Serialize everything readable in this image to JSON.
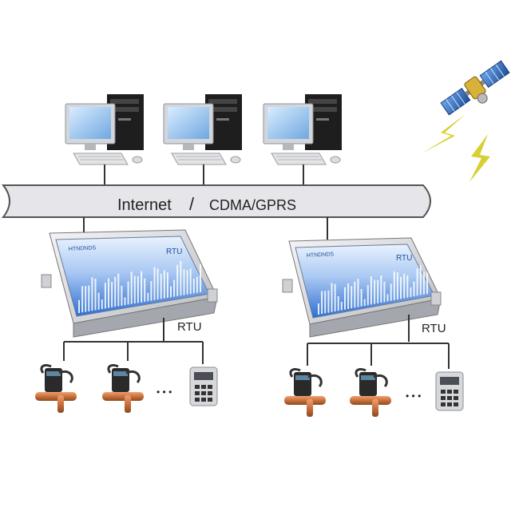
{
  "network_bar": {
    "left_label": "Internet",
    "separator": "/",
    "right_label": "CDMA/GPRS"
  },
  "rtu_units": [
    {
      "label": "RTU",
      "device_brand": "HTNDNDS",
      "screen_badge": "RTU",
      "devices": [
        "solenoid-valve",
        "solenoid-valve",
        "meter-terminal"
      ],
      "ellipsis": "• • •"
    },
    {
      "label": "RTU",
      "device_brand": "HTNDNDS",
      "screen_badge": "RTU",
      "devices": [
        "solenoid-valve",
        "solenoid-valve",
        "meter-terminal"
      ],
      "ellipsis": "• • •"
    }
  ],
  "computers": [
    "desktop-computer",
    "desktop-computer",
    "desktop-computer"
  ],
  "satellite": "satellite-icon",
  "colors": {
    "bar_fill": "#e6e6ea",
    "bar_stroke": "#555555",
    "screen_blue": "#2f6fd1",
    "copper": "#c9713b",
    "lightning": "#d8cf33",
    "satellite_panel": "#2c6fc4"
  }
}
